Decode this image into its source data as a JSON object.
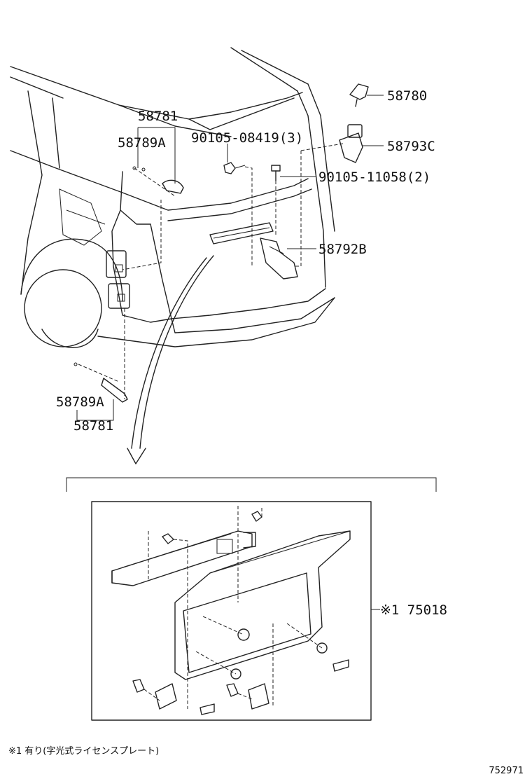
{
  "callouts": {
    "p58781_top": "58781",
    "p58789a_top": "58789A",
    "p90105_08419": "90105-08419(3)",
    "p90105_11058": "90105-11058(2)",
    "p58780": "58780",
    "p58793c": "58793C",
    "p58792b": "58792B",
    "p58789a_bottom": "58789A",
    "p58781_bottom": "58781",
    "p75018": "※1 75018"
  },
  "footnote": "※1 有り(字光式ライセンスプレート)",
  "diagram_code": "752971"
}
